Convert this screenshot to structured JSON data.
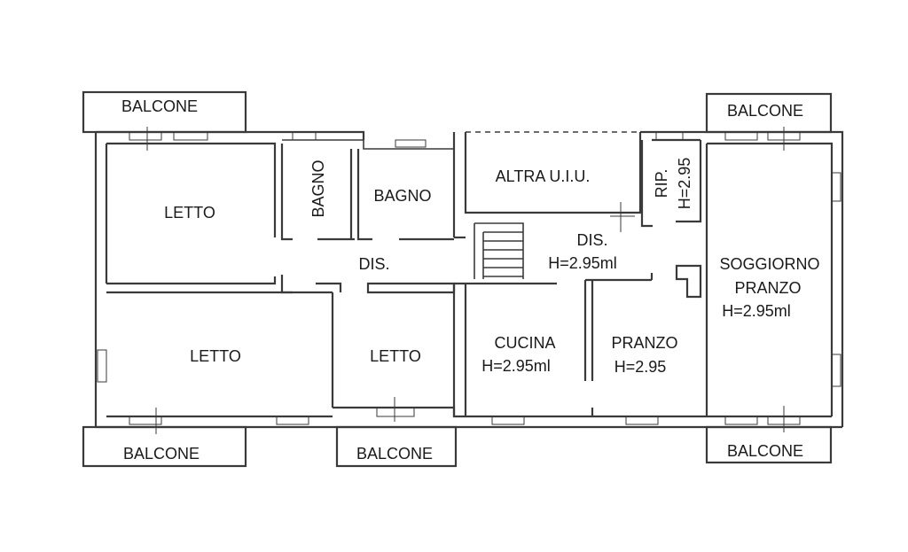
{
  "rooms": {
    "letto_top_left": "LETTO",
    "letto_mid_left": "LETTO",
    "letto_mid_center": "LETTO",
    "bagno_vertical": "BAGNO",
    "bagno_horizontal": "BAGNO",
    "dis_left": "DIS.",
    "altra_uiu": "ALTRA U.I.U.",
    "dis_right": "DIS.",
    "dis_right_height": "H=2.95ml",
    "rip": "RIP.",
    "rip_height": "H=2.95",
    "soggiorno_line1": "SOGGIORNO",
    "soggiorno_line2": "PRANZO",
    "soggiorno_height": "H=2.95ml",
    "cucina": "CUCINA",
    "cucina_height": "H=2.95ml",
    "pranzo": "PRANZO",
    "pranzo_height": "H=2.95"
  },
  "balconies": {
    "top_left": "BALCONE",
    "top_right": "BALCONE",
    "bottom_left": "BALCONE",
    "bottom_center": "BALCONE",
    "bottom_right": "BALCONE"
  },
  "colors": {
    "background": "#ffffff",
    "walls": "#3a3a3a",
    "text": "#1a1a1a"
  }
}
